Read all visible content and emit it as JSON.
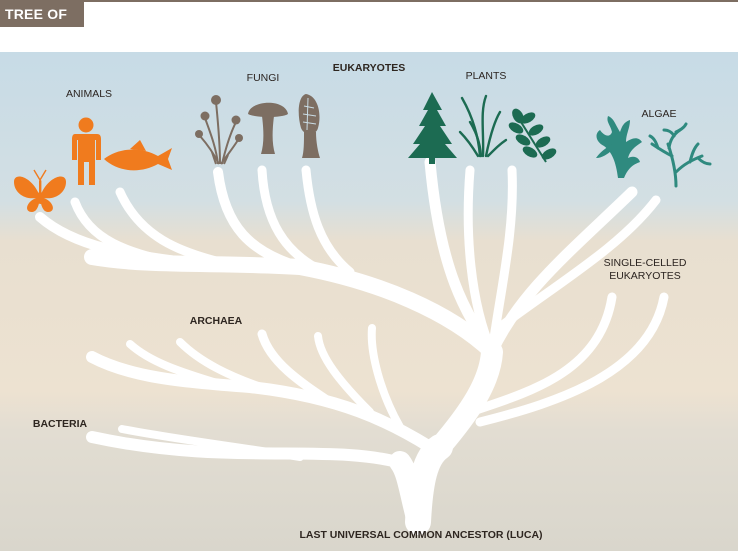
{
  "header": {
    "title": "TREE OF LIFE"
  },
  "labels": {
    "eukaryotes": "EUKARYOTES",
    "animals": "ANIMALS",
    "fungi": "FUNGI",
    "plants": "PLANTS",
    "algae": "ALGAE",
    "single_celled_line1": "SINGLE-CELLED",
    "single_celled_line2": "EUKARYOTES",
    "archaea": "ARCHAEA",
    "bacteria": "BACTERIA",
    "luca": "LAST UNIVERSAL COMMON ANCESTOR (LUCA)"
  },
  "icons": {
    "animals": [
      "butterfly-icon",
      "human-icon",
      "fish-icon"
    ],
    "fungi": [
      "mold-icon",
      "mushroom-icon",
      "morel-icon"
    ],
    "plants": [
      "conifer-icon",
      "grass-icon",
      "fern-leaf-icon"
    ],
    "algae": [
      "kelp-icon",
      "seaweed-icon"
    ]
  },
  "colors": {
    "header_bg": "#7d6e62",
    "sky_band": "#c9dce5",
    "middle_band": "#ede1d0",
    "ground_band": "#dedbd1",
    "branches": "#ffffff",
    "animals": "#f07b1e",
    "fungi": "#7d6e62",
    "plants": "#1c6b52",
    "algae": "#2f8a7f"
  }
}
